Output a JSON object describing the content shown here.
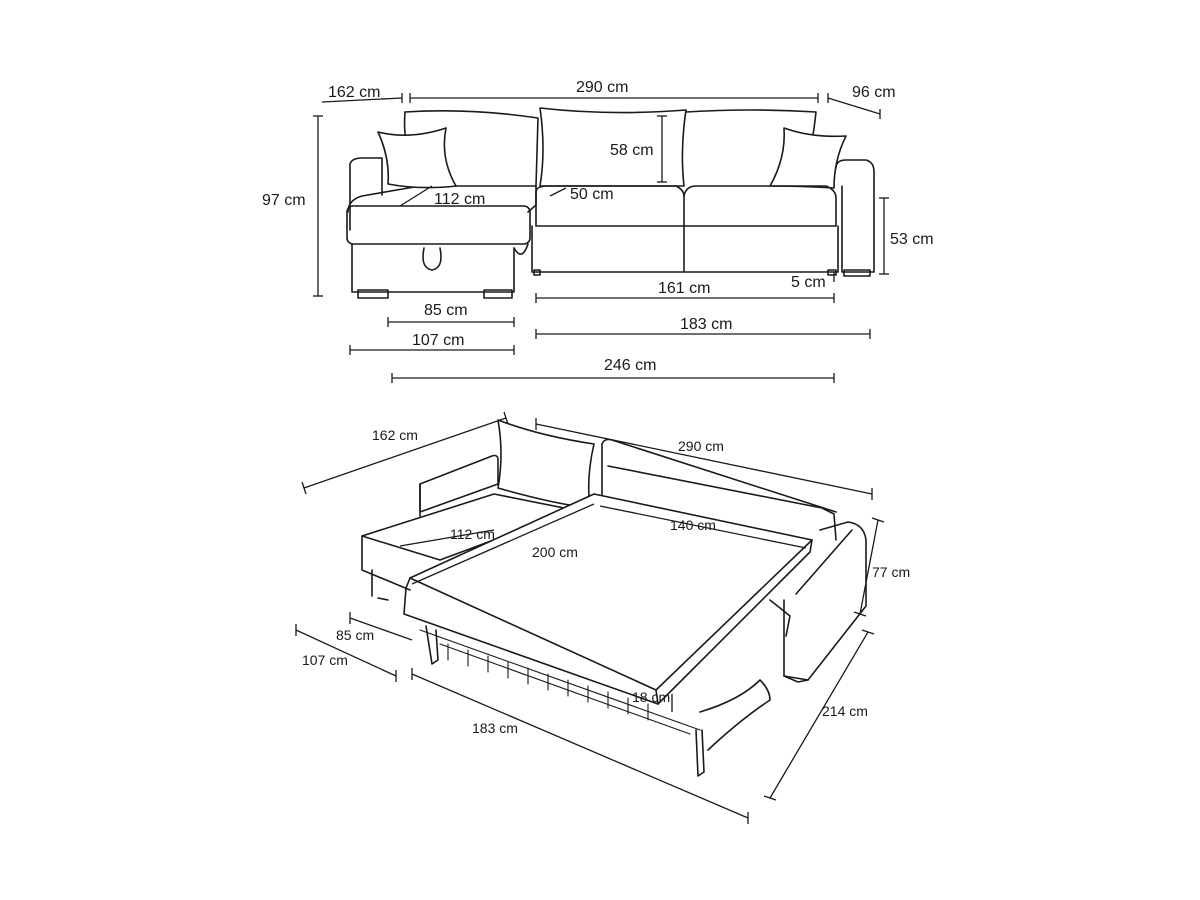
{
  "front": {
    "depth_chaise": "162 cm",
    "width_total": "290 cm",
    "depth_sofa": "96 cm",
    "height_total": "97 cm",
    "cushion_height": "58 cm",
    "chaise_seat_depth": "112 cm",
    "seat_depth": "50 cm",
    "seat_height": "53 cm",
    "leg_height": "5 cm",
    "seat_width": "161 cm",
    "chaise_inner_width": "85 cm",
    "sofa_part_width": "183 cm",
    "chaise_width": "107 cm",
    "overall_seat_width": "246 cm"
  },
  "bed": {
    "depth_chaise": "162 cm",
    "width_total": "290 cm",
    "chaise_seat_depth": "112 cm",
    "mattress_width": "140 cm",
    "mattress_length": "200 cm",
    "height": "77 cm",
    "chaise_inner_width": "85 cm",
    "chaise_width": "107 cm",
    "mattress_thickness": "18 cm",
    "depth_open": "214 cm",
    "sofa_part_width": "183 cm"
  }
}
